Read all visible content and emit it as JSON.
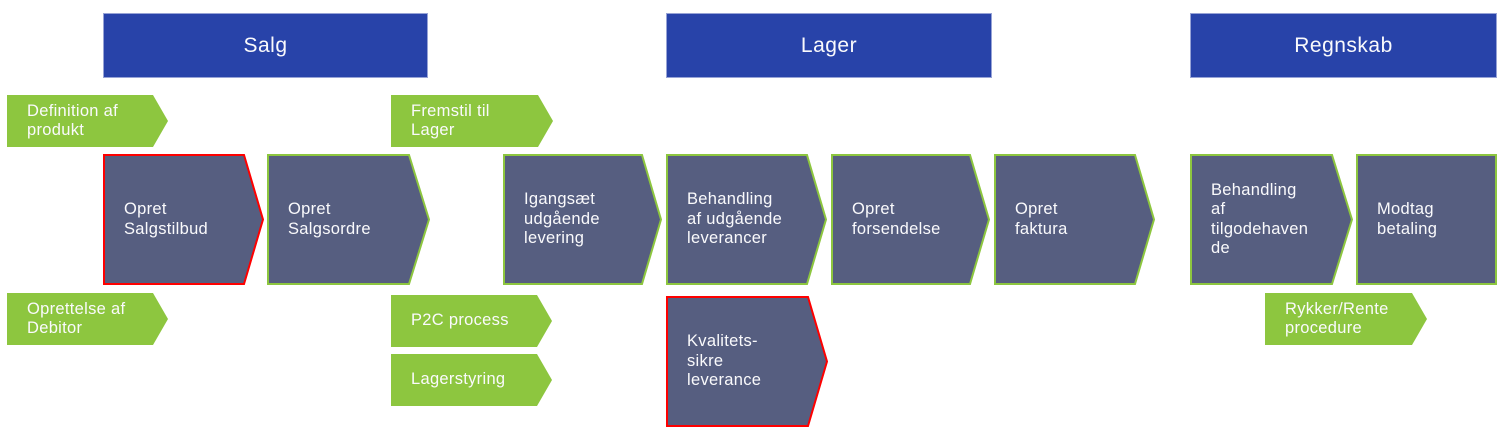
{
  "palette": {
    "canvas-bg": "#ffffff",
    "header-blue": "#2843a9",
    "header-border": "#97a3d6",
    "green": "#8dc63f",
    "slate": "#565e80",
    "red": "#fe0000",
    "text-light": "#fafafc"
  },
  "headers": [
    {
      "label": "Salg"
    },
    {
      "label": "Lager"
    },
    {
      "label": "Regnskab"
    }
  ],
  "support_steps": [
    {
      "label": "Definition af\nprodukt"
    },
    {
      "label": "Fremstil til\nLager"
    },
    {
      "label": "Oprettelse af\nDebitor"
    },
    {
      "label": "P2C process"
    },
    {
      "label": "Lagerstyring"
    },
    {
      "label": "Rykker/Rente\nprocedure"
    }
  ],
  "process_steps": [
    {
      "label": "Opret\nSalgstilbud",
      "border_color": "#fe0000"
    },
    {
      "label": "Opret\nSalgsordre",
      "border_color": "#8dc63f"
    },
    {
      "label": "Igangsæt\nudgående\nlevering",
      "border_color": "#8dc63f"
    },
    {
      "label": "Behandling\naf udgående\nleverancer",
      "border_color": "#8dc63f"
    },
    {
      "label": "Opret\nforsendelse",
      "border_color": "#8dc63f"
    },
    {
      "label": "Opret\nfaktura",
      "border_color": "#8dc63f"
    },
    {
      "label": "Behandling\naf\ntilgodehaven\nde",
      "border_color": "#8dc63f"
    },
    {
      "label": "Modtag\nbetaling",
      "border_color": "#8dc63f"
    },
    {
      "label": "Kvalitets-\nsikre\nleverance",
      "border_color": "#fe0000"
    }
  ]
}
